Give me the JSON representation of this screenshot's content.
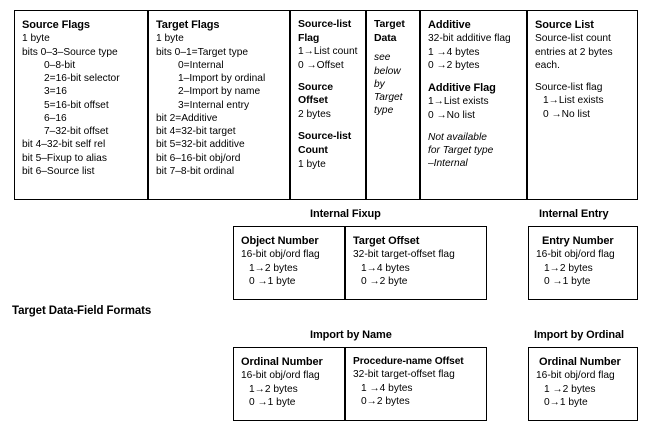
{
  "caption": "Target Data-Field Formats",
  "top_row": {
    "source_flags": {
      "title": "Source Flags",
      "size": "1 byte",
      "lines": [
        "bits 0–3–Source type",
        "0–8-bit",
        "2=16-bit selector",
        "3=16",
        "5=16-bit offset",
        "6–16",
        "7–32-bit offset",
        "bit 4–32-bit self rel",
        "bit 5–Fixup to alias",
        "bit 6–Source list"
      ]
    },
    "target_flags": {
      "title": "Target Flags",
      "size": "1 byte",
      "lines": [
        "bits 0–1=Target type",
        "0=Internal",
        "1–Import by ordinal",
        "2–Import by name",
        "3=Internal entry",
        "bit 2=Additive",
        "bit 4=32-bit target",
        "bit 5=32-bit additive",
        "bit 6–16-bit obj/ord",
        "bit 7–8-bit ordinal"
      ]
    },
    "source_list_flag": {
      "title": "Source-list Flag",
      "lines": [
        "1→List count",
        "0 →Offset"
      ],
      "title2": "Source Offset",
      "lines2": [
        "2 bytes"
      ],
      "title3": "Source-list Count",
      "lines3": [
        "1 byte"
      ]
    },
    "target_data": {
      "title": "Target Data",
      "italic_lines": [
        "see",
        "below",
        "by",
        "Target",
        "type"
      ]
    },
    "additive": {
      "title": "Additive",
      "lines": [
        "32-bit additive flag",
        "1 →4 bytes",
        "0 →2 bytes"
      ],
      "title2": "Additive Flag",
      "lines2": [
        "1→List exists",
        "0 →No list"
      ],
      "italic_lines": [
        "Not available",
        "for Target type",
        "–Internal"
      ]
    },
    "source_list": {
      "title": "Source List",
      "lines": [
        "Source-list count",
        "entries at 2 bytes",
        "each."
      ],
      "lines2": [
        "Source-list flag",
        "1→List exists",
        "0 →No list"
      ]
    }
  },
  "internal_fixup": {
    "heading": "Internal Fixup",
    "object_number": {
      "title": "Object Number",
      "lines": [
        "16-bit obj/ord flag",
        "1→2 bytes",
        "0 →1 byte"
      ]
    },
    "target_offset": {
      "title": "Target Offset",
      "lines": [
        "32-bit target-offset flag",
        "1→4 bytes",
        "0 →2 byte"
      ]
    }
  },
  "internal_entry": {
    "heading": "Internal Entry",
    "entry_number": {
      "title": "Entry Number",
      "lines": [
        "16-bit obj/ord flag",
        "1→2 bytes",
        "0 →1 byte"
      ]
    }
  },
  "import_by_name": {
    "heading": "Import by Name",
    "ordinal_number": {
      "title": "Ordinal Number",
      "lines": [
        "16-bit obj/ord flag",
        "1→2 bytes",
        "0 →1 byte"
      ]
    },
    "procedure_name_offset": {
      "title": "Procedure-name Offset",
      "lines": [
        "32-bit target-offset flag",
        "1 →4 bytes",
        "0→2 bytes"
      ]
    }
  },
  "import_by_ordinal": {
    "heading": "Import by Ordinal",
    "ordinal_number": {
      "title": "Ordinal Number",
      "lines": [
        "16-bit obj/ord flag",
        "1 →2 bytes",
        "0→1 byte"
      ]
    }
  }
}
